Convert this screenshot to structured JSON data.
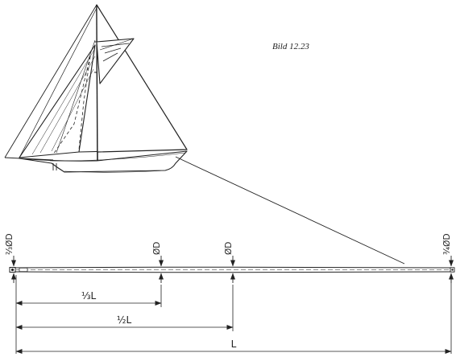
{
  "figure": {
    "label": "Bild 12.23"
  },
  "dimensions": {
    "diam_left_top": "⅔ØD",
    "diam_mid1": "ØD",
    "diam_mid2": "ØD",
    "diam_right_top": "¾ØD",
    "len_third": "⅓L",
    "len_half": "½L",
    "len_full": "L"
  },
  "colors": {
    "ink": "#222222",
    "background": "#ffffff"
  }
}
